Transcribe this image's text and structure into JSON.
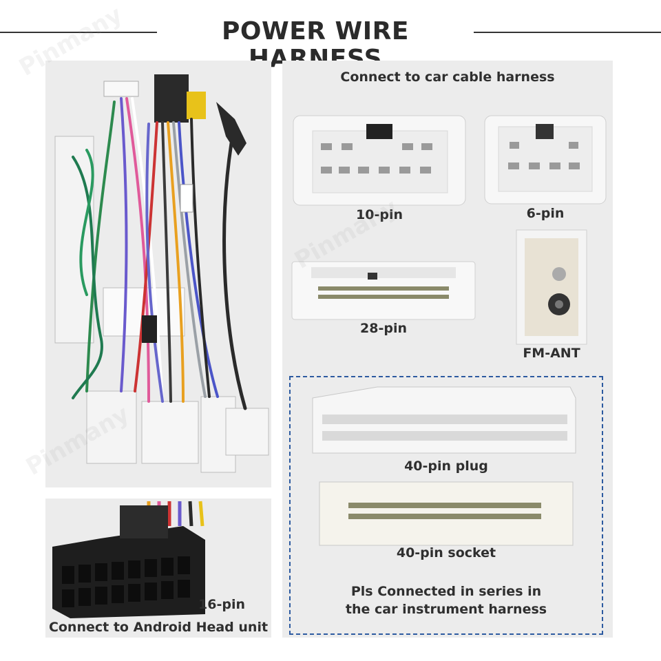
{
  "header": {
    "title": "POWER WIRE HARNESS"
  },
  "watermark": "Pinmany",
  "left_panel": {
    "image": "wire-harness-photo",
    "head_unit_pin_label": "16-pin",
    "head_unit_caption": "Connect to Android Head unit"
  },
  "right_panel": {
    "caption": "Connect to car cable harness",
    "connectors": [
      {
        "label": "10-pin"
      },
      {
        "label": "6-pin"
      },
      {
        "label": "28-pin"
      },
      {
        "label": "FM-ANT"
      }
    ],
    "instrument_box": {
      "plug_label": "40-pin plug",
      "socket_label": "40-pin socket",
      "note_line1": "Pls Connected in series in",
      "note_line2": "the car instrument harness"
    }
  },
  "colors": {
    "panel_bg": "#ececec",
    "dashed_border": "#2c5aa0",
    "text": "#2f2f2f"
  }
}
